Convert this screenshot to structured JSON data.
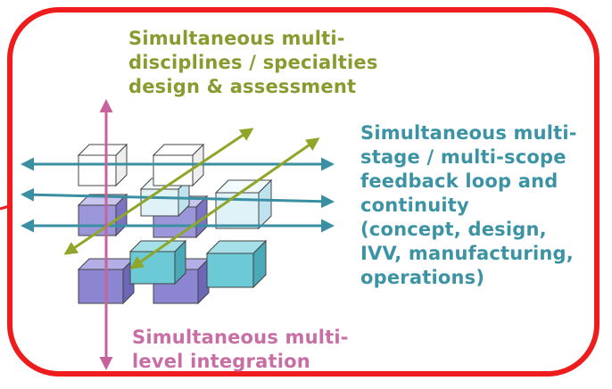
{
  "labels": {
    "top": [
      "Simultaneous multi-",
      "disciplines / specialties",
      "design & assessment"
    ],
    "right": [
      "Simultaneous multi-",
      "stage / multi-scope",
      "feedback loop and",
      "continuity",
      "(concept, design,",
      "IVV, manufacturing,",
      "operations)"
    ],
    "bottom": [
      "Simultaneous multi-",
      "level integration"
    ]
  },
  "colors": {
    "frame": "#ee1c1c",
    "top_text": "#8a9a2e",
    "right_text": "#3c93a4",
    "bottom_text": "#c76ea5",
    "horizontal_arrows": "#3a8fa2",
    "diagonal_arrows": "#8fa62a",
    "vertical_arrow": "#c7629c",
    "cube_white": "#ffffff",
    "cube_light_blue": "#dff2f8",
    "cube_cyan": "#6cc9d6",
    "cube_purple": "#8c86d2"
  }
}
